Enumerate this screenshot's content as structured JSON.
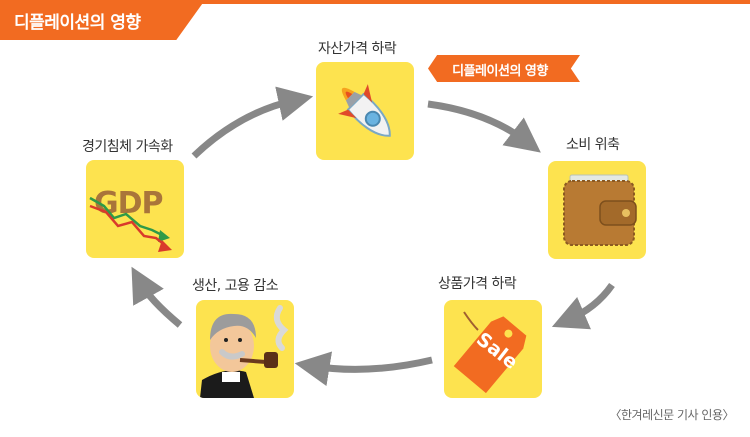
{
  "header": {
    "title": "디플레이션의 영향"
  },
  "badge": {
    "label": "디플레이션의 영향"
  },
  "cycle": {
    "asset": {
      "label": "자산가격 하락",
      "icon": "rocket-falling-icon"
    },
    "consumption": {
      "label": "소비 위축",
      "icon": "wallet-icon"
    },
    "goods": {
      "label": "상품가격 하락",
      "icon": "sale-tag-icon",
      "tag_text": "Sale"
    },
    "production": {
      "label": "생산, 고용 감소",
      "icon": "old-man-pipe-icon"
    },
    "recession": {
      "label": "경기침체 가속화",
      "icon": "gdp-decline-icon",
      "icon_text": "GDP"
    }
  },
  "colors": {
    "accent": "#f26b21",
    "box": "#fde34f",
    "arrow": "#888888"
  },
  "footer": {
    "source": "〈한겨레신문 기사 인용〉"
  }
}
